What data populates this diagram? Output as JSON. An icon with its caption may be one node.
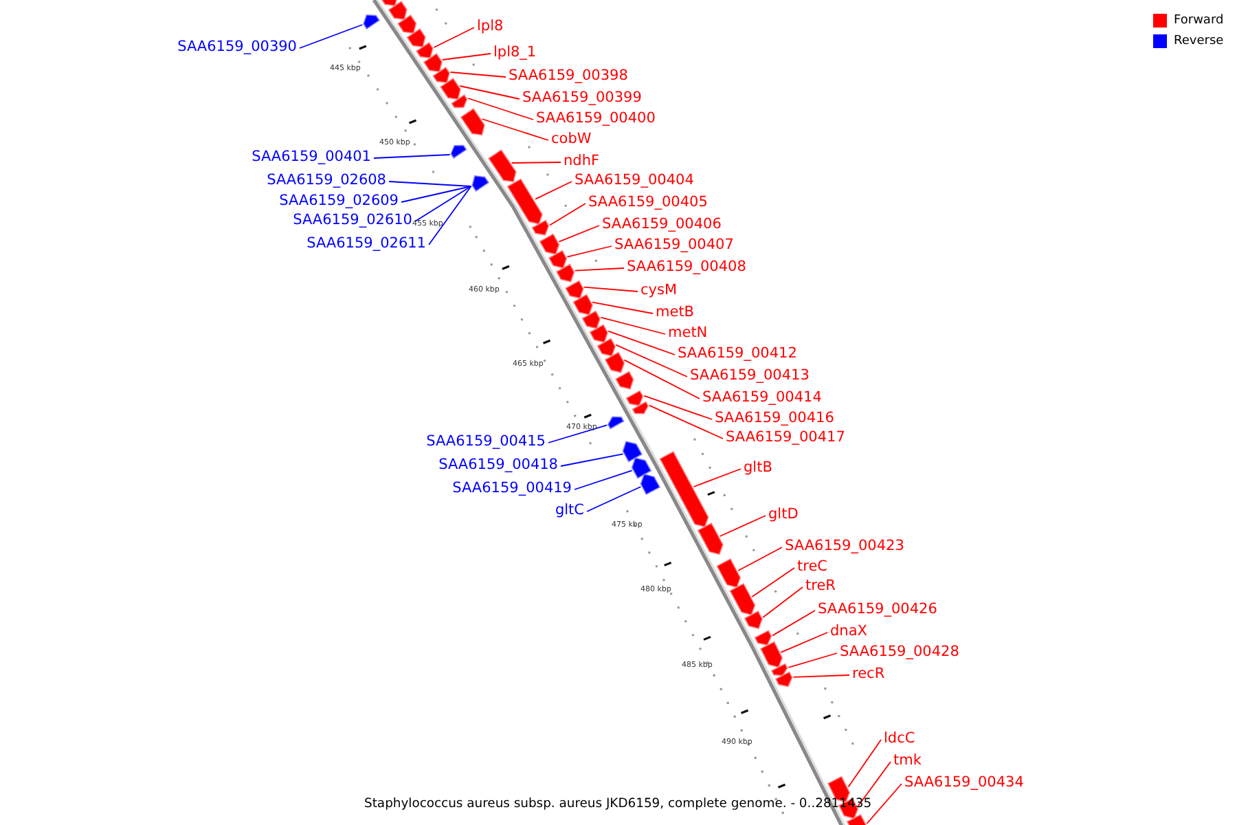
{
  "diagram": {
    "caption": "Staphylococcus aureus subsp. aureus JKD6159, complete genome. - 0..2811435",
    "nodes": [
      {
        "text": [
          "SAA6159_00390"
        ]
      },
      {
        "text": [
          "lpl8"
        ]
      },
      {
        "text": [
          "lpl8_1"
        ]
      },
      {
        "text": [
          "SAA6159_00398"
        ]
      },
      {
        "text": [
          "SAA6159_00399"
        ]
      },
      {
        "text": [
          "SAA6159_00400"
        ]
      },
      {
        "text": [
          "SAA6159_00401"
        ]
      },
      {
        "text": [
          "cobW"
        ]
      },
      {
        "text": [
          "ndhF"
        ]
      },
      {
        "text": [
          "SAA6159_00404"
        ]
      },
      {
        "text": [
          "SAA6159_02608"
        ]
      },
      {
        "text": [
          "SAA6159_00405"
        ]
      },
      {
        "text": [
          "SAA6159_02609"
        ]
      },
      {
        "text": [
          "SAA6159_00406"
        ]
      },
      {
        "text": [
          "SAA6159_02610"
        ]
      },
      {
        "text": [
          "SAA6159_00407"
        ]
      },
      {
        "text": [
          "SAA6159_02611"
        ]
      },
      {
        "text": [
          "SAA6159_00408"
        ]
      },
      {
        "text": [
          "cysM"
        ]
      },
      {
        "text": [
          "metB"
        ]
      },
      {
        "text": [
          "metN"
        ]
      },
      {
        "text": [
          "SAA6159_00412"
        ]
      },
      {
        "text": [
          "SAA6159_00413"
        ]
      },
      {
        "text": [
          "SAA6159_00414"
        ]
      },
      {
        "text": [
          "SAA6159_00416"
        ]
      },
      {
        "text": [
          "SAA6159_00415"
        ]
      },
      {
        "text": [
          "SAA6159_00417"
        ]
      },
      {
        "text": [
          "SAA6159_00418"
        ]
      },
      {
        "text": [
          "gltB"
        ]
      },
      {
        "text": [
          "SAA6159_00419"
        ]
      },
      {
        "text": [
          "gltC"
        ]
      },
      {
        "text": [
          "gltD"
        ]
      },
      {
        "text": [
          "SAA6159_00423"
        ]
      },
      {
        "text": [
          "treC"
        ]
      },
      {
        "text": [
          "treR"
        ]
      },
      {
        "text": [
          "SAA6159_00426"
        ]
      },
      {
        "text": [
          "dnaX"
        ]
      },
      {
        "text": [
          "SAA6159_00428"
        ]
      },
      {
        "text": [
          "recR"
        ]
      },
      {
        "text": [
          "ldcC"
        ]
      },
      {
        "text": [
          "tmk"
        ]
      },
      {
        "text": [
          "SAA6159_00434"
        ]
      },
      {
        "text": [],
        "shape": "arrow"
      },
      {
        "text": [],
        "shape": "arrow"
      },
      {
        "text": [],
        "shape": "arrow"
      },
      {
        "text": [],
        "shape": "arrow"
      },
      {
        "text": [],
        "shape": "arrow"
      },
      {
        "text": [],
        "shape": "arrow"
      },
      {
        "text": [],
        "shape": "arrow"
      },
      {
        "text": [],
        "shape": "arrow"
      },
      {
        "text": [],
        "shape": "arrow"
      },
      {
        "text": [],
        "shape": "arrow"
      },
      {
        "text": [],
        "shape": "arrow"
      },
      {
        "text": [],
        "shape": "arrow"
      },
      {
        "text": [],
        "shape": "arrow"
      },
      {
        "text": [],
        "shape": "arrow"
      },
      {
        "text": [],
        "shape": "arrow"
      },
      {
        "text": [],
        "shape": "arrow"
      },
      {
        "text": [],
        "shape": "arrow"
      },
      {
        "text": [],
        "shape": "arrow"
      },
      {
        "text": [],
        "shape": "arrow"
      },
      {
        "text": [],
        "shape": "arrow"
      },
      {
        "text": [],
        "shape": "arrow"
      },
      {
        "text": [],
        "shape": "arrow"
      },
      {
        "text": [],
        "shape": "arrow"
      },
      {
        "text": [],
        "shape": "arrow"
      },
      {
        "text": [],
        "shape": "arrow"
      },
      {
        "text": [],
        "shape": "arrow"
      },
      {
        "text": [],
        "shape": "arrow"
      },
      {
        "text": [],
        "shape": "arrow"
      },
      {
        "text": [],
        "shape": "arrow"
      },
      {
        "text": [],
        "shape": "arrow"
      },
      {
        "text": [],
        "shape": "arrow"
      },
      {
        "text": [],
        "shape": "arrow"
      },
      {
        "text": [],
        "shape": "arrow"
      },
      {
        "text": [],
        "shape": "arrow"
      },
      {
        "text": [],
        "shape": "arrow"
      },
      {
        "text": [],
        "shape": "arrow"
      },
      {
        "text": [],
        "shape": "arrow"
      },
      {
        "text": [],
        "shape": "arrow"
      },
      {
        "text": [],
        "shape": "arrow"
      },
      {
        "text": [],
        "shape": "arrow"
      },
      {
        "text": [],
        "shape": "arrow"
      },
      {
        "text": [],
        "shape": "arrow"
      },
      {
        "text": [],
        "shape": "arrow"
      },
      {
        "text": [],
        "shape": "arrow"
      }
    ],
    "edges": [
      {
        "from": 0,
        "to": 43,
        "arrow": "none",
        "color": "#0000ff"
      },
      {
        "from": 1,
        "to": 47,
        "arrow": "none"
      },
      {
        "from": 2,
        "to": 48,
        "arrow": "none"
      },
      {
        "from": 3,
        "to": 49,
        "arrow": "none"
      },
      {
        "from": 4,
        "to": 50,
        "arrow": "none"
      },
      {
        "from": 5,
        "to": 51,
        "arrow": "none"
      },
      {
        "from": 6,
        "to": 53,
        "arrow": "none",
        "color": "#0000ff"
      },
      {
        "from": 7,
        "to": 52,
        "arrow": "none"
      },
      {
        "from": 8,
        "to": 54,
        "arrow": "none"
      },
      {
        "from": 9,
        "to": 56,
        "arrow": "none"
      },
      {
        "from": 10,
        "to": 55,
        "arrow": "none",
        "color": "#0000ff"
      },
      {
        "from": 11,
        "to": 57,
        "arrow": "none"
      },
      {
        "from": 12,
        "to": 55,
        "arrow": "none",
        "color": "#0000ff"
      },
      {
        "from": 13,
        "to": 58,
        "arrow": "none"
      },
      {
        "from": 14,
        "to": 55,
        "arrow": "none",
        "color": "#0000ff"
      },
      {
        "from": 15,
        "to": 59,
        "arrow": "none"
      },
      {
        "from": 16,
        "to": 55,
        "arrow": "none",
        "color": "#0000ff"
      },
      {
        "from": 17,
        "to": 60,
        "arrow": "none"
      },
      {
        "from": 18,
        "to": 61,
        "arrow": "none"
      },
      {
        "from": 19,
        "to": 62,
        "arrow": "none"
      },
      {
        "from": 20,
        "to": 63,
        "arrow": "none"
      },
      {
        "from": 21,
        "to": 64,
        "arrow": "none"
      },
      {
        "from": 22,
        "to": 65,
        "arrow": "none"
      },
      {
        "from": 23,
        "to": 66,
        "arrow": "none"
      },
      {
        "from": 24,
        "to": 68,
        "arrow": "none"
      },
      {
        "from": 25,
        "to": 69,
        "arrow": "none",
        "color": "#0000ff"
      },
      {
        "from": 26,
        "to": 70,
        "arrow": "none"
      },
      {
        "from": 27,
        "to": 71,
        "arrow": "none",
        "color": "#0000ff"
      },
      {
        "from": 28,
        "to": 73,
        "arrow": "none"
      },
      {
        "from": 29,
        "to": 72,
        "arrow": "none",
        "color": "#0000ff"
      },
      {
        "from": 30,
        "to": 74,
        "arrow": "none",
        "color": "#0000ff"
      },
      {
        "from": 31,
        "to": 75,
        "arrow": "none"
      },
      {
        "from": 32,
        "to": 76,
        "arrow": "none"
      },
      {
        "from": 33,
        "to": 77,
        "arrow": "none"
      },
      {
        "from": 34,
        "to": 78,
        "arrow": "none"
      },
      {
        "from": 35,
        "to": 79,
        "arrow": "none"
      },
      {
        "from": 36,
        "to": 80,
        "arrow": "none"
      },
      {
        "from": 37,
        "to": 81,
        "arrow": "none"
      },
      {
        "from": 38,
        "to": 82,
        "arrow": "none"
      },
      {
        "from": 39,
        "to": 83,
        "arrow": "none"
      },
      {
        "from": 40,
        "to": 84,
        "arrow": "none"
      },
      {
        "from": 41,
        "to": 85,
        "arrow": "none"
      }
    ],
    "labels": [
      "445 kbp",
      "450 kbp",
      "455 kbp",
      "460 kbp",
      "465 kbp",
      "470 kbp",
      "475 kbp",
      "480 kbp",
      "485 kbp",
      "490 kbp"
    ],
    "legend": [
      {
        "text": "Forward",
        "color": "#ff0000"
      },
      {
        "text": "Reverse",
        "color": "#0000ff"
      }
    ]
  }
}
